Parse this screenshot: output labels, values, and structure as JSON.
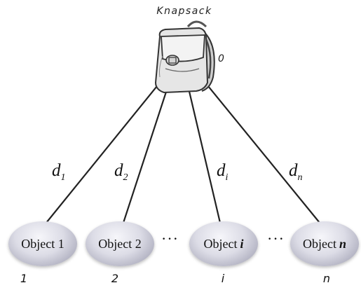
{
  "knapsack": {
    "title": "Knapsack",
    "index": "0"
  },
  "edges": [
    {
      "base": "d",
      "sub": "1"
    },
    {
      "base": "d",
      "sub": "2"
    },
    {
      "base": "d",
      "sub": "i"
    },
    {
      "base": "d",
      "sub": "n"
    }
  ],
  "nodes": [
    {
      "label": "Object 1",
      "label_suffix": "",
      "index": "1"
    },
    {
      "label": "Object 2",
      "label_suffix": "",
      "index": "2"
    },
    {
      "label": "Object",
      "label_suffix": "i",
      "index": "i"
    },
    {
      "label": "Object",
      "label_suffix": "n",
      "index": "n"
    }
  ],
  "ellipsis": "···"
}
